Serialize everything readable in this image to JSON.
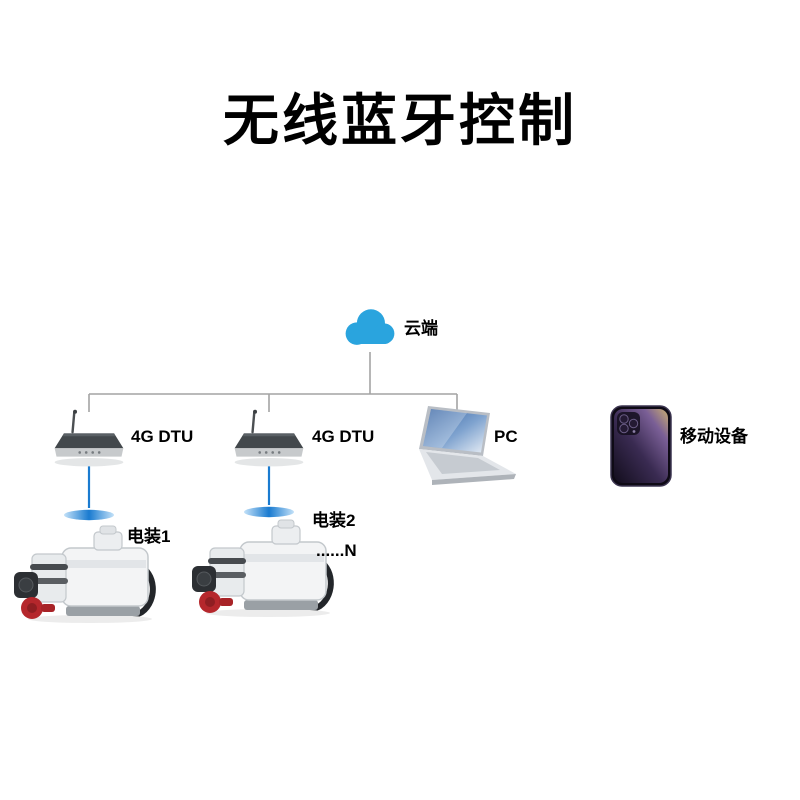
{
  "title": "无线蓝牙控制",
  "diagram": {
    "cloud": {
      "label": "云端"
    },
    "dtu1": {
      "label": "4G DTU"
    },
    "dtu2": {
      "label": "4G DTU"
    },
    "pc": {
      "label": "PC"
    },
    "mobile": {
      "label": "移动设备"
    },
    "actuator1": {
      "label": "电装1"
    },
    "actuator2": {
      "label": "电装2",
      "sublabel": "......N"
    }
  },
  "colors": {
    "cloud_blue": "#2aa4de",
    "link_blue": "#1a7bd0",
    "line_gray": "#a3a3a3",
    "text": "#000000"
  }
}
